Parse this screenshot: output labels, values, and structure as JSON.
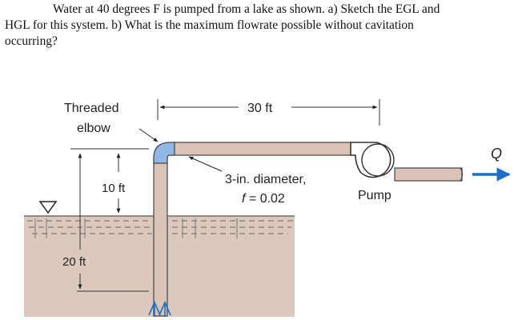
{
  "problem": {
    "line1": "Water at 40 degrees F is pumped from a lake as shown.  a)  Sketch the EGL and",
    "line2": "HGL for this system.  b)  What is the maximum flowrate possible without cavitation",
    "line3": "occurring?"
  },
  "figure": {
    "elbow_label_line1": "Threaded",
    "elbow_label_line2": "elbow",
    "length_label": "30 ft",
    "height_label": "10 ft",
    "depth_label": "20 ft",
    "pipe_label_line1": "3-in. diameter,",
    "friction_symbol": "f",
    "friction_value": " = 0.02",
    "pump_label": "Pump",
    "flow_label": "Q",
    "colors": {
      "water": "#dcc8bc",
      "pipe": "#d9c4b5",
      "elbow": "#8fb8e6",
      "arrow": "#1f6fc4",
      "line": "#333333"
    }
  }
}
